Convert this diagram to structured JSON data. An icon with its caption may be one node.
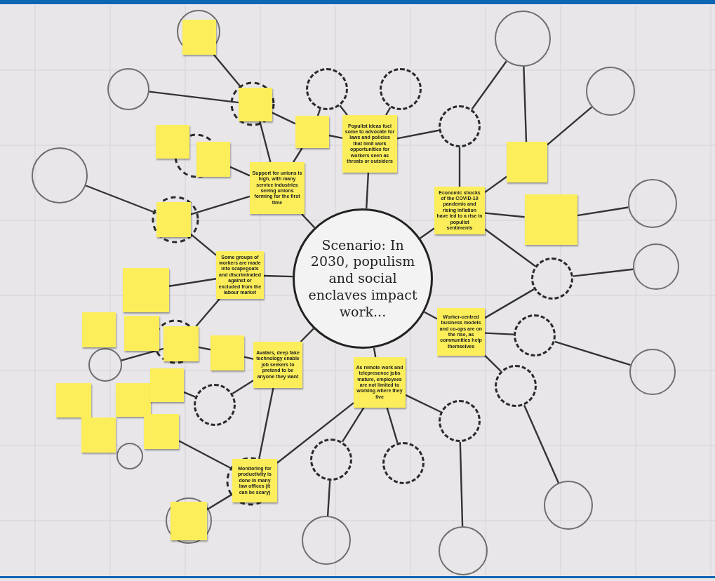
{
  "diagram": {
    "nodes": [
      {
        "text": [
          "Scenario: In 2030, populism and social enclaves impact work..."
        ]
      },
      {
        "text": [
          "Support for unions is high, with many service industries seeing unions forming for the first time"
        ]
      },
      {
        "text": [
          "Populist ideas fuel some to advocate for laws and policies that limit work opportunities for workers seen as threats or outsiders"
        ]
      },
      {
        "text": [
          "Economic shocks of the COVID-19 pandemic and rising inflation have led to a rise in populist sentiments"
        ]
      },
      {
        "text": [
          "Worker-centred business models and co-ops are on the rise, as communities help themselves"
        ]
      },
      {
        "text": [
          "As remote work and telepresence jobs mature, employees are not limited to working where they live"
        ]
      },
      {
        "text": [
          "Avatars, deep fake technology enable job seekers to pretend to be anyone they want"
        ]
      },
      {
        "text": [
          "Some groups of workers are made into scapegoats and discriminated against or excluded from the labour market"
        ]
      },
      {
        "text": [
          "Monitoring for productivity is done in many law offices (it can be scary)"
        ]
      },
      {
        "text": [],
        "shape": "box"
      },
      {
        "text": [],
        "shape": "box"
      },
      {
        "text": [],
        "shape": "box"
      },
      {
        "text": [],
        "shape": "box"
      },
      {
        "text": [],
        "shape": "box"
      },
      {
        "text": [],
        "shape": "box"
      },
      {
        "text": [],
        "shape": "box"
      },
      {
        "text": [],
        "shape": "box"
      },
      {
        "text": [],
        "shape": "box"
      },
      {
        "text": [],
        "shape": "box"
      },
      {
        "text": [],
        "shape": "box"
      },
      {
        "text": [],
        "shape": "box"
      },
      {
        "text": [],
        "shape": "box"
      },
      {
        "text": [],
        "shape": "box"
      },
      {
        "text": [],
        "shape": "box"
      },
      {
        "text": [],
        "shape": "box"
      },
      {
        "text": [],
        "shape": "box"
      },
      {
        "text": [],
        "shape": "box"
      },
      {
        "text": [],
        "shape": "box"
      },
      {
        "text": [],
        "shape": "circle"
      },
      {
        "text": [],
        "shape": "circle"
      },
      {
        "text": [],
        "shape": "circle"
      },
      {
        "text": [],
        "shape": "circle"
      },
      {
        "text": [],
        "shape": "circle"
      },
      {
        "text": [],
        "shape": "circle"
      },
      {
        "text": [],
        "shape": "circle"
      },
      {
        "text": [],
        "shape": "circle"
      },
      {
        "text": [],
        "shape": "circle"
      },
      {
        "text": [],
        "shape": "circle"
      },
      {
        "text": [],
        "shape": "circle"
      },
      {
        "text": [],
        "shape": "circle"
      },
      {
        "text": [],
        "shape": "circle"
      },
      {
        "text": [],
        "shape": "circle"
      },
      {
        "text": [],
        "shape": "circle"
      },
      {
        "text": [],
        "shape": "circle"
      },
      {
        "text": [],
        "shape": "circle"
      },
      {
        "text": [],
        "shape": "circle"
      },
      {
        "text": [],
        "shape": "circle"
      },
      {
        "text": [],
        "shape": "circle"
      },
      {
        "text": [],
        "shape": "circle"
      },
      {
        "text": [],
        "shape": "circle"
      }
    ],
    "edges": [
      {
        "from": 0,
        "to": 1,
        "arrow": "none"
      },
      {
        "from": 0,
        "to": 2,
        "arrow": "none"
      },
      {
        "from": 0,
        "to": 3,
        "arrow": "none"
      },
      {
        "from": 0,
        "to": 4,
        "arrow": "none"
      },
      {
        "from": 0,
        "to": 5,
        "arrow": "none"
      },
      {
        "from": 0,
        "to": 6,
        "arrow": "none"
      },
      {
        "from": 0,
        "to": 7,
        "arrow": "none"
      },
      {
        "from": 1,
        "to": 10,
        "arrow": "none"
      },
      {
        "from": 1,
        "to": 13,
        "arrow": "none"
      },
      {
        "from": 1,
        "to": 12,
        "arrow": "none"
      },
      {
        "from": 1,
        "to": 14,
        "arrow": "none"
      },
      {
        "from": 10,
        "to": 9,
        "arrow": "none"
      },
      {
        "from": 10,
        "to": 28,
        "arrow": "none"
      },
      {
        "from": 10,
        "to": 13,
        "arrow": "none"
      },
      {
        "from": 13,
        "to": 40,
        "arrow": "none"
      },
      {
        "from": 13,
        "to": 2,
        "arrow": "none"
      },
      {
        "from": 40,
        "to": 2,
        "arrow": "none"
      },
      {
        "from": 2,
        "to": 41,
        "arrow": "none"
      },
      {
        "from": 2,
        "to": 42,
        "arrow": "none"
      },
      {
        "from": 14,
        "to": 29,
        "arrow": "none"
      },
      {
        "from": 14,
        "to": 7,
        "arrow": "none"
      },
      {
        "from": 7,
        "to": 15,
        "arrow": "none"
      },
      {
        "from": 7,
        "to": 18,
        "arrow": "none"
      },
      {
        "from": 18,
        "to": 19,
        "arrow": "none"
      },
      {
        "from": 19,
        "to": 6,
        "arrow": "none"
      },
      {
        "from": 38,
        "to": 18,
        "arrow": "none"
      },
      {
        "from": 22,
        "to": 47,
        "arrow": "none"
      },
      {
        "from": 47,
        "to": 6,
        "arrow": "none"
      },
      {
        "from": 24,
        "to": 8,
        "arrow": "none"
      },
      {
        "from": 6,
        "to": 8,
        "arrow": "none"
      },
      {
        "from": 5,
        "to": 8,
        "arrow": "none"
      },
      {
        "from": 8,
        "to": 27,
        "arrow": "none"
      },
      {
        "from": 5,
        "to": 48,
        "arrow": "none"
      },
      {
        "from": 5,
        "to": 49,
        "arrow": "none"
      },
      {
        "from": 5,
        "to": 46,
        "arrow": "none"
      },
      {
        "from": 3,
        "to": 42,
        "arrow": "none"
      },
      {
        "from": 3,
        "to": 25,
        "arrow": "none"
      },
      {
        "from": 3,
        "to": 26,
        "arrow": "none"
      },
      {
        "from": 3,
        "to": 43,
        "arrow": "none"
      },
      {
        "from": 25,
        "to": 30,
        "arrow": "none"
      },
      {
        "from": 25,
        "to": 31,
        "arrow": "none"
      },
      {
        "from": 42,
        "to": 30,
        "arrow": "none"
      },
      {
        "from": 26,
        "to": 32,
        "arrow": "none"
      },
      {
        "from": 43,
        "to": 33,
        "arrow": "none"
      },
      {
        "from": 44,
        "to": 34,
        "arrow": "none"
      },
      {
        "from": 4,
        "to": 43,
        "arrow": "none"
      },
      {
        "from": 4,
        "to": 44,
        "arrow": "none"
      },
      {
        "from": 4,
        "to": 45,
        "arrow": "none"
      },
      {
        "from": 45,
        "to": 35,
        "arrow": "none"
      },
      {
        "from": 46,
        "to": 36,
        "arrow": "none"
      },
      {
        "from": 48,
        "to": 37,
        "arrow": "none"
      }
    ]
  }
}
